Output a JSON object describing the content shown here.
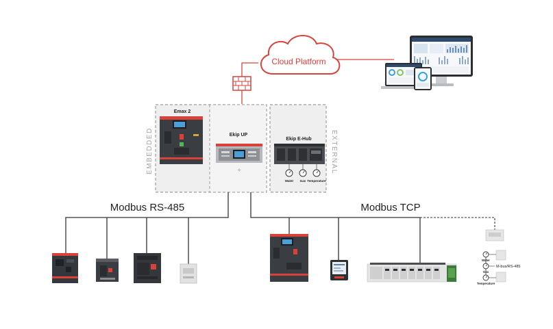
{
  "cloud": {
    "label": "Cloud Platform"
  },
  "panels": {
    "embedded_label": "EMBEDDED",
    "external_label": "EXTERNAL",
    "emax_title": "Emax 2",
    "ekip_up_title": "Ekip UP",
    "ekip_ehub_title": "Ekip E-Hub",
    "sensors": [
      {
        "label": "Water"
      },
      {
        "label": "Gas"
      },
      {
        "label": "Temperature"
      }
    ]
  },
  "buses": {
    "left_label": "Modbus RS-485",
    "right_label": "Modbus TCP"
  },
  "external_sensors": {
    "labels": [
      "Water",
      "Gas",
      "Temperature"
    ],
    "bus_label": "M-bus/RS-485"
  },
  "colors": {
    "accent_red": "#d9423a",
    "line_dark": "#333333",
    "panel_bg": "#efefef",
    "panel_border": "#9c9c9c",
    "device_dark": "#3a3d42",
    "device_light": "#dcdcdc"
  }
}
